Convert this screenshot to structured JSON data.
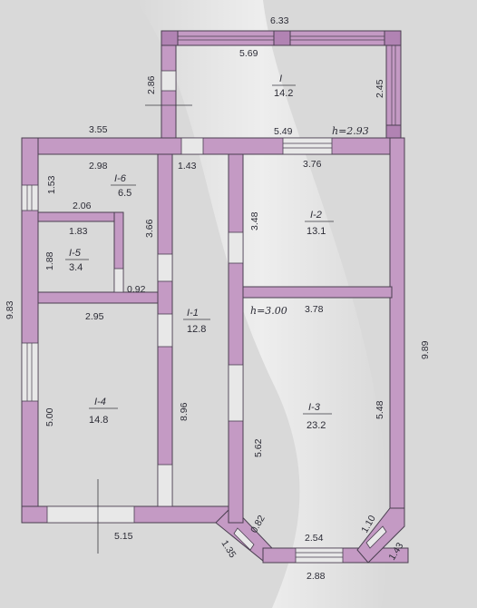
{
  "colors": {
    "wall_fill": "#c49ac4",
    "wall_outline": "#4a3f50",
    "paper": "#dcdcdc",
    "text": "#2b2b35"
  },
  "dimensions": {
    "veranda_top": "6.33",
    "veranda_inner_width": "5.69",
    "veranda_left_height": "2.86",
    "veranda_right_height": "2.45",
    "house_top_left": "3.55",
    "house_top_right": "5.49",
    "corridor_width": "1.43",
    "r6_width": "2.98",
    "r6_height": "1.53",
    "r6_inner": "2.06",
    "r6_depth": "3.66",
    "r5_width": "1.83",
    "r5_height": "1.88",
    "r5_offset": "0.92",
    "r2_width": "3.76",
    "r2_height": "3.48",
    "r4_width": "2.95",
    "r4_height": "5.00",
    "corridor_length": "8.96",
    "r3_width": "3.78",
    "r3_left_height": "5.62",
    "r3_right_height": "5.48",
    "house_left_total": "9.83",
    "house_right_total": "9.89",
    "bottom_left": "5.15",
    "bay_left_short": "0.82",
    "bay_window": "2.54",
    "bay_right_short": "1.10",
    "bay_left_diag": "1.35",
    "bay_right_diag": "1.43",
    "bay_bottom": "2.88"
  },
  "ceiling_heights": {
    "veranda": "h=2.93",
    "main": "h=3.00"
  },
  "rooms": {
    "veranda": {
      "code": "I",
      "area": "14.2"
    },
    "r1": {
      "code": "I-1",
      "area": "12.8"
    },
    "r2": {
      "code": "I-2",
      "area": "13.1"
    },
    "r3": {
      "code": "I-3",
      "area": "23.2"
    },
    "r4": {
      "code": "I-4",
      "area": "14.8"
    },
    "r5": {
      "code": "I-5",
      "area": "3.4"
    },
    "r6": {
      "code": "I-6",
      "area": "6.5"
    }
  }
}
